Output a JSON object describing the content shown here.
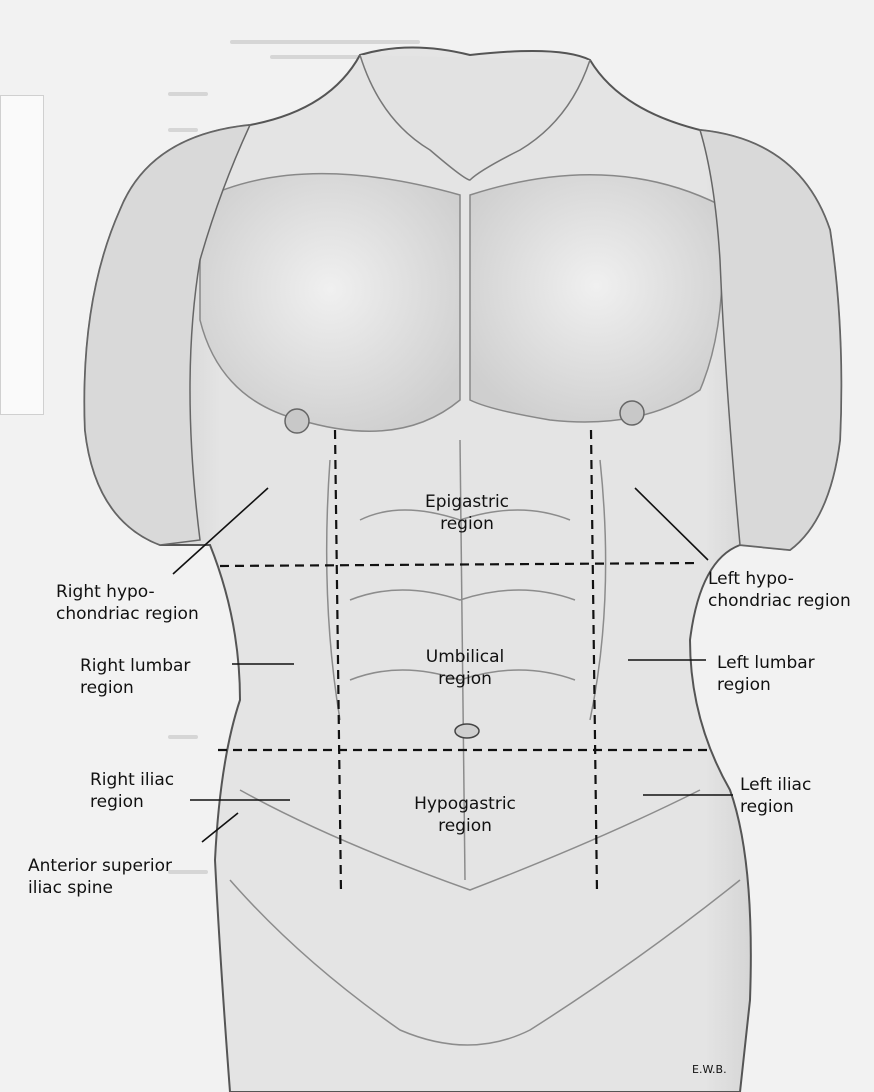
{
  "labels": {
    "epigastric": "Epigastric\nregion",
    "umbilical": "Umbilical\nregion",
    "hypogastric": "Hypogastric\nregion",
    "right_hypochondriac": "Right hypo-\nchondriac region",
    "left_hypochondriac": "Left hypo-\nchondriac region",
    "right_lumbar": "Right lumbar\nregion",
    "left_lumbar": "Left lumbar\nregion",
    "right_iliac": "Right iliac\nregion",
    "left_iliac": "Left iliac\nregion",
    "anterior_superior_iliac_spine": "Anterior superior\niliac spine",
    "signature": "E.W.B."
  },
  "colors": {
    "background": "#f2f2f2",
    "skin": "#e6e6e6",
    "shading": "#bdbdbd",
    "ink": "#111111"
  }
}
